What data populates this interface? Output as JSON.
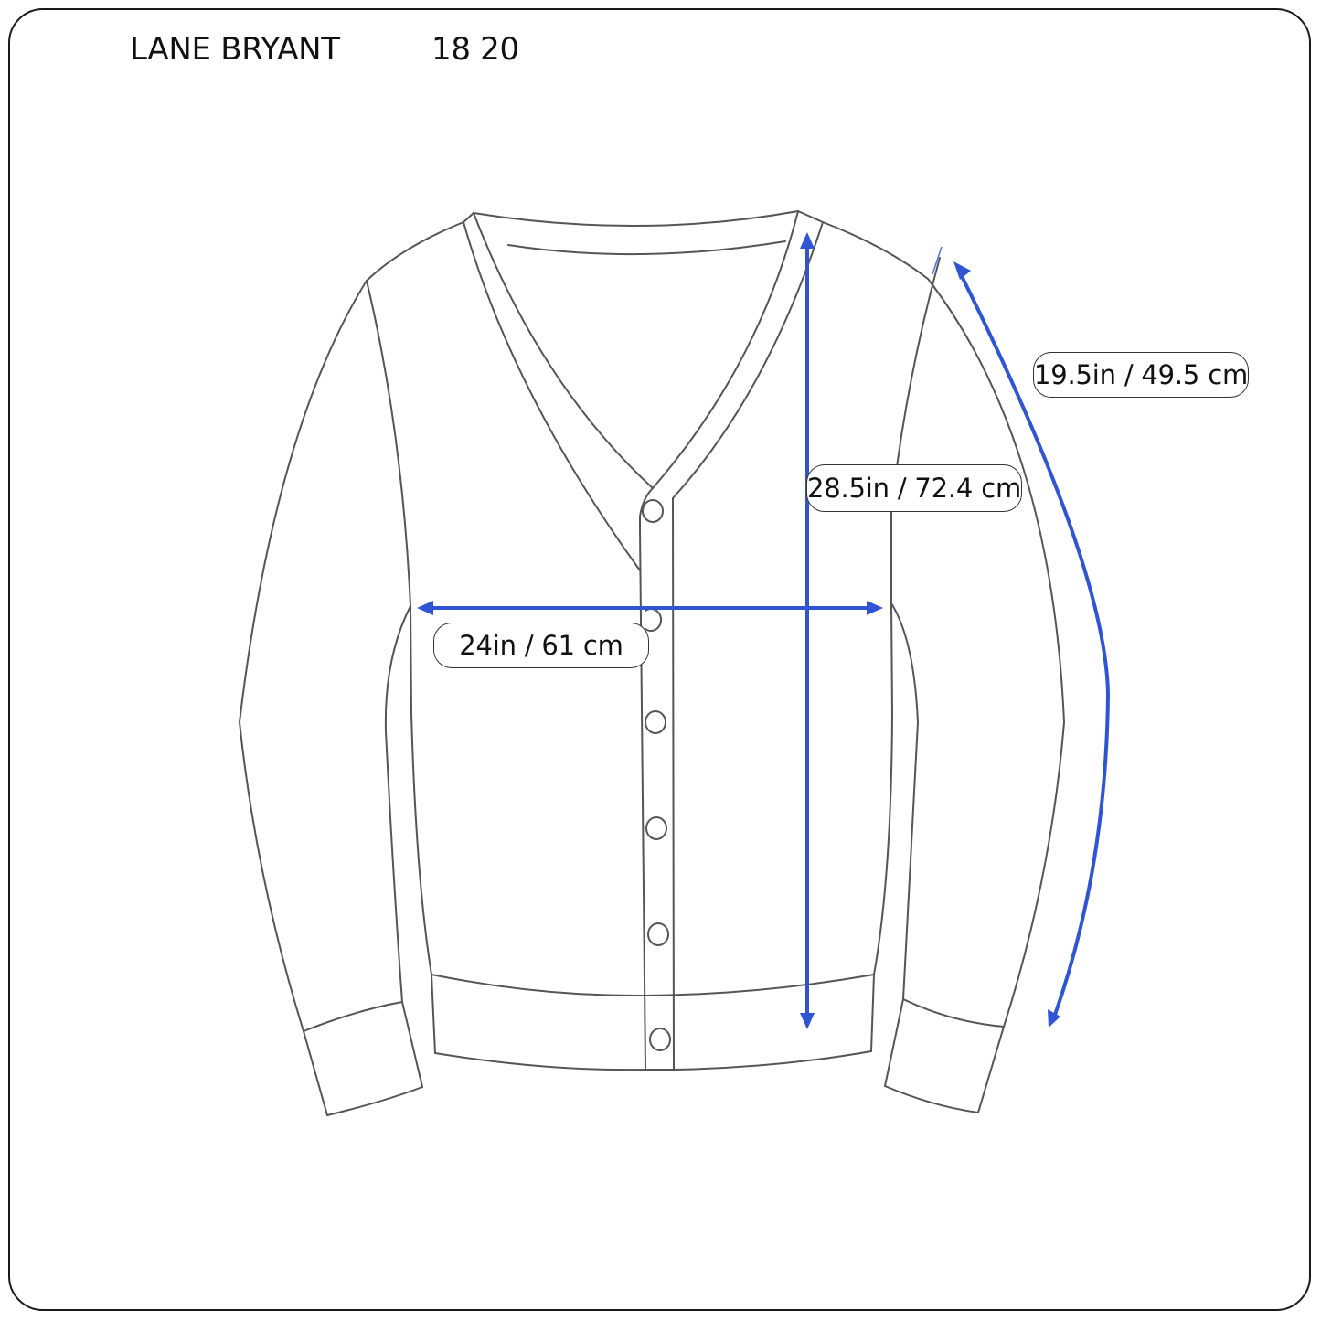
{
  "header": {
    "brand": "LANE BRYANT",
    "size": "18 20"
  },
  "garment": {
    "type": "cardigan",
    "icon": "cardigan-outline-icon",
    "buttons": 6
  },
  "measurements": {
    "width": {
      "label": "24in / 61 cm",
      "name": "chest-width"
    },
    "length": {
      "label": "28.5in / 72.4 cm",
      "name": "body-length"
    },
    "sleeve": {
      "label": "19.5in / 49.5 cm",
      "name": "sleeve-length"
    }
  },
  "colors": {
    "measure_line": "#2f55d4",
    "outline": "#555555",
    "frame": "#1a1a1a"
  }
}
